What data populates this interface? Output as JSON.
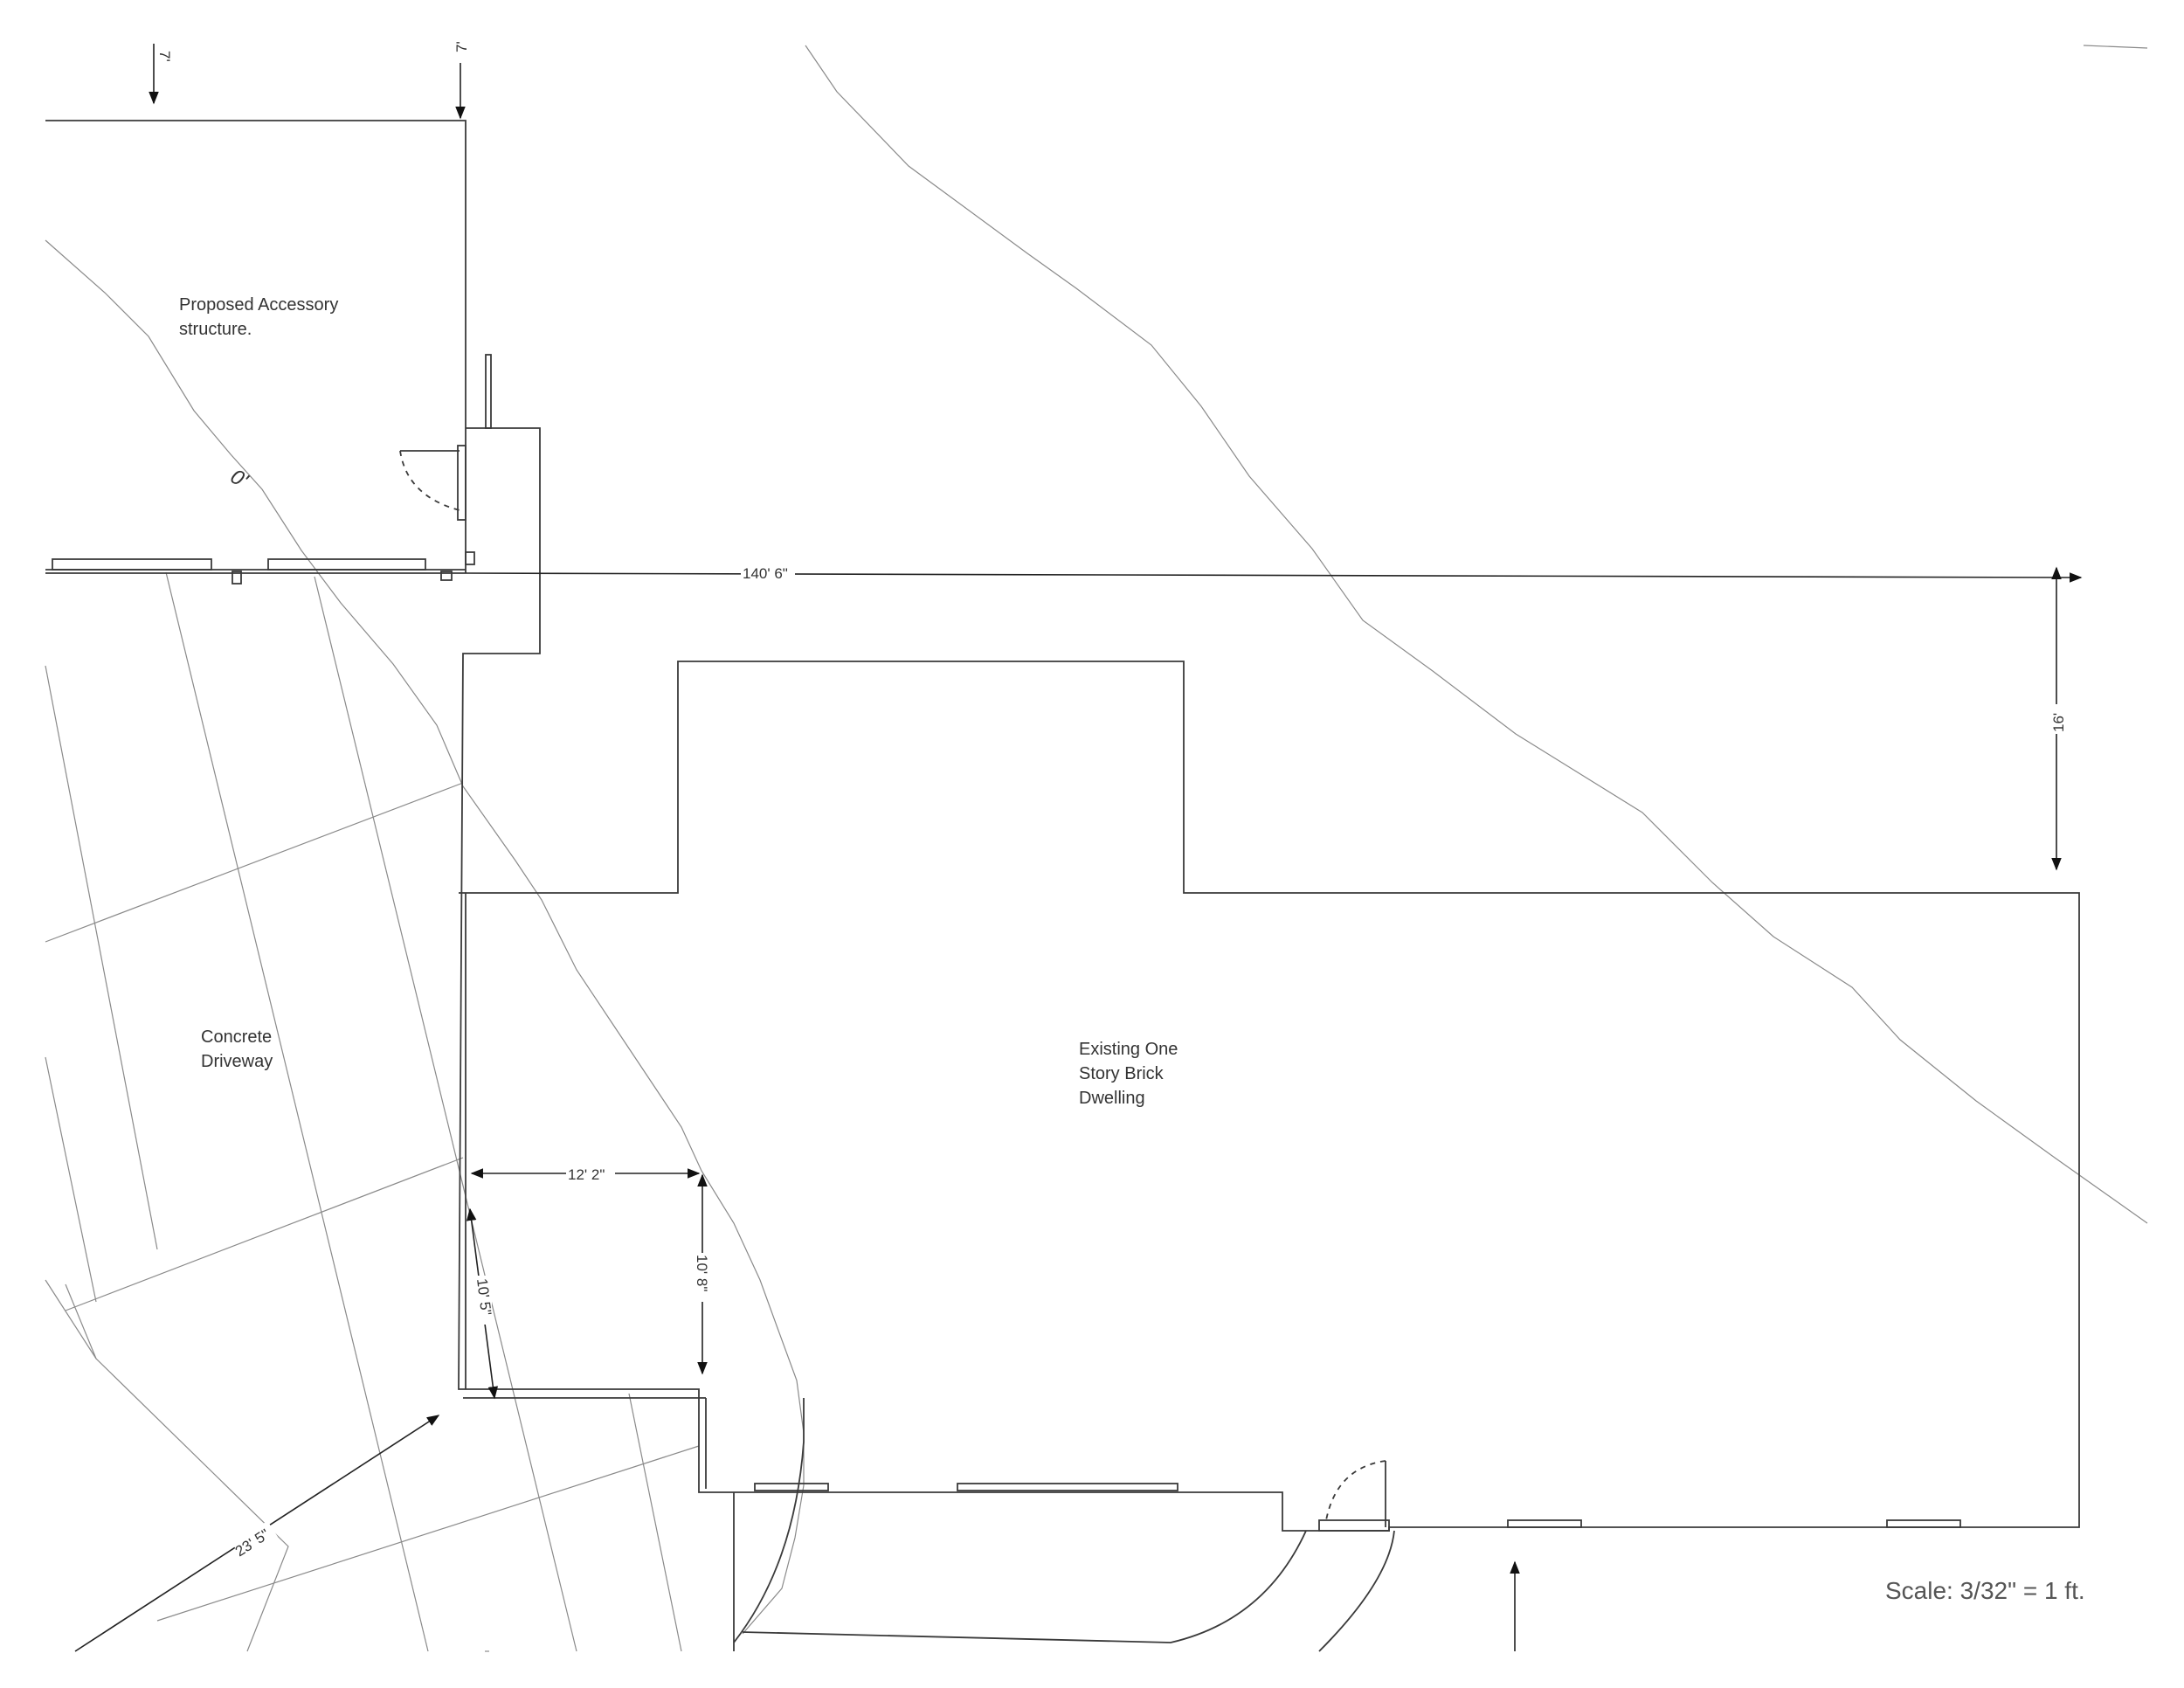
{
  "labels": {
    "accessory": [
      "Proposed Accessory",
      "structure."
    ],
    "driveway": [
      "Concrete",
      "Driveway"
    ],
    "dwelling": [
      "Existing One",
      "Story Brick",
      "Dwelling"
    ],
    "scale": "Scale: 3/32\" = 1 ft."
  },
  "dimensions": {
    "setback_left": "7'",
    "setback_right": "7'",
    "contour": "0'",
    "frontage": "140' 6\"",
    "gap": "16'",
    "notch_width": "12' 2\"",
    "notch_depth": "10' 8\"",
    "notch_left": "10' 5\"",
    "driveway_length": "23' 5\""
  }
}
